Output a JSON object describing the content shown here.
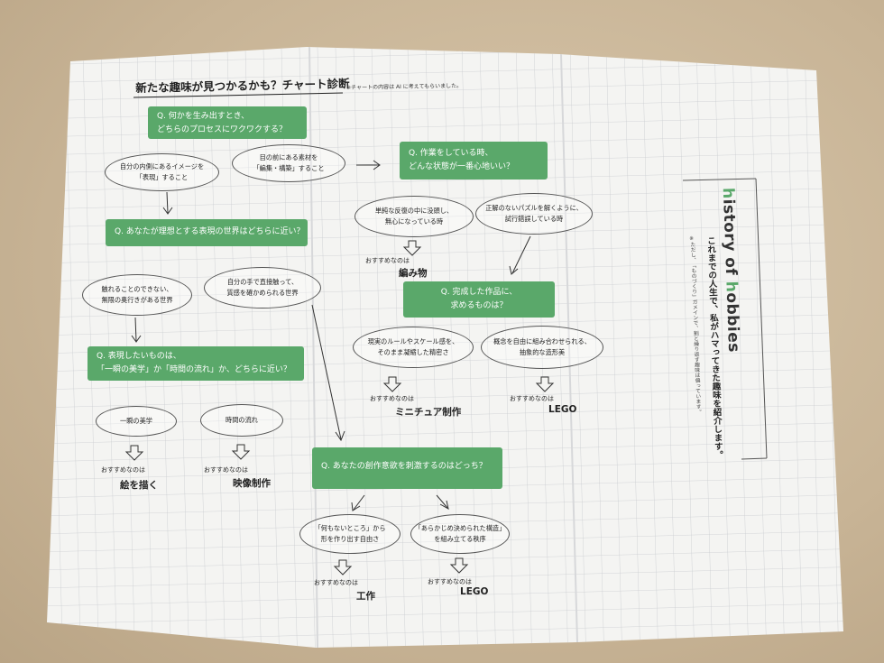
{
  "title": "新たな趣味が見つかるかも？チャート診断",
  "note": "※チャートの内容は AI に考えてもらいました。",
  "q1": {
    "line1": "Q. 何かを生み出すとき、",
    "line2": "どちらのプロセスにワクワクする？"
  },
  "q1_opt_a": {
    "line1": "自分の内側にあるイメージを",
    "line2": "「表現」すること"
  },
  "q1_opt_b": {
    "line1": "目の前にある素材を",
    "line2": "「編集・構築」すること"
  },
  "q2": {
    "line1": "Q. あなたが理想とする表現の世界はどちらに近い？"
  },
  "q2_opt_a": {
    "line1": "触れることのできない、",
    "line2": "無限の奥行きがある世界"
  },
  "q2_opt_b": {
    "line1": "自分の手で直接触って、",
    "line2": "質感を確かめられる世界"
  },
  "q3": {
    "line1": "Q. 表現したいものは、",
    "line2": "「一瞬の美学」か「時間の流れ」か、どちらに近い？"
  },
  "q3_opt_a": {
    "line1": "一瞬の美学"
  },
  "q3_opt_b": {
    "line1": "時間の流れ"
  },
  "recommend_label": "おすすめなのは",
  "result_paint": "絵を描く",
  "result_video": "映像制作",
  "q4": {
    "line1": "Q. 作業をしている時、",
    "line2": "どんな状態が一番心地いい？"
  },
  "q4_opt_a": {
    "line1": "単純な反復の中に没頭し、",
    "line2": "無心になっている時"
  },
  "q4_opt_b": {
    "line1": "正解のないパズルを解くように、",
    "line2": "試行錯誤している時"
  },
  "result_knit": "編み物",
  "q5": {
    "line1": "Q. 完成した作品に、",
    "line2": "求めるものは？"
  },
  "q5_opt_a": {
    "line1": "現実のルールやスケール感を、",
    "line2": "そのまま凝縮した精密さ"
  },
  "q5_opt_b": {
    "line1": "概念を自由に組み合わせられる、",
    "line2": "抽象的な造形美"
  },
  "result_mini": "ミニチュア制作",
  "result_lego1": "LEGO",
  "q6": {
    "line1": "Q. あなたの創作意欲を刺激するのはどっち？"
  },
  "q6_opt_a": {
    "line1": "「何もないところ」から",
    "line2": "形を作り出す自由さ"
  },
  "q6_opt_b": {
    "line1": "「あらかじめ決められた構造」",
    "line2": "を組み立てる秩序"
  },
  "result_craft": "工作",
  "result_lego2": "LEGO",
  "side": {
    "title_h": "h",
    "title_rest1": "istory of ",
    "title_h2": "h",
    "title_rest2": "obbies",
    "line1": "これまでの人生で、私がハマってきた趣味を紹介します。",
    "footnote": "※ただし、「ものづくり」ガメインで、割と繰り返す趣味は偏っています。"
  },
  "colors": {
    "green": "#5aa86a",
    "paper": "#f4f4f2",
    "grid": "#c9ccd0"
  }
}
